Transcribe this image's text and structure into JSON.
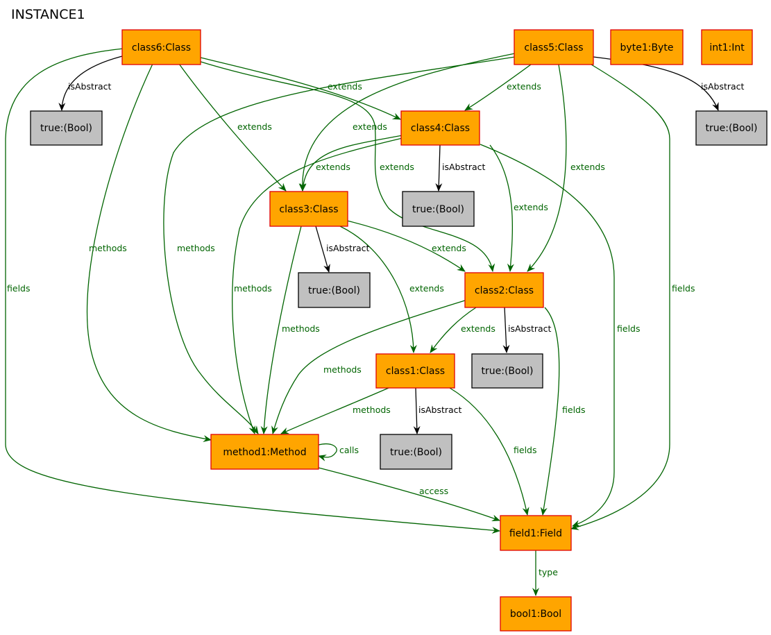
{
  "title": "INSTANCE1",
  "colors": {
    "object_fill": "#ffa500",
    "object_stroke": "#e00000",
    "literal_fill": "#c0c0c0",
    "literal_stroke": "#000000",
    "edge_green": "#006400",
    "edge_black": "#000000"
  },
  "nodes": {
    "class6": "class6:Class",
    "class5": "class5:Class",
    "byte1": "byte1:Byte",
    "int1": "int1:Int",
    "class4": "class4:Class",
    "class3": "class3:Class",
    "class2": "class2:Class",
    "class1": "class1:Class",
    "method1": "method1:Method",
    "field1": "field1:Field",
    "bool1": "bool1:Bool",
    "true_c6": "true:(Bool)",
    "true_c5": "true:(Bool)",
    "true_c4": "true:(Bool)",
    "true_c3": "true:(Bool)",
    "true_c2": "true:(Bool)",
    "true_c1": "true:(Bool)"
  },
  "edge_labels": {
    "isAbstract": "isAbstract",
    "extends": "extends",
    "methods": "methods",
    "fields": "fields",
    "calls": "calls",
    "access": "access",
    "type": "type"
  }
}
